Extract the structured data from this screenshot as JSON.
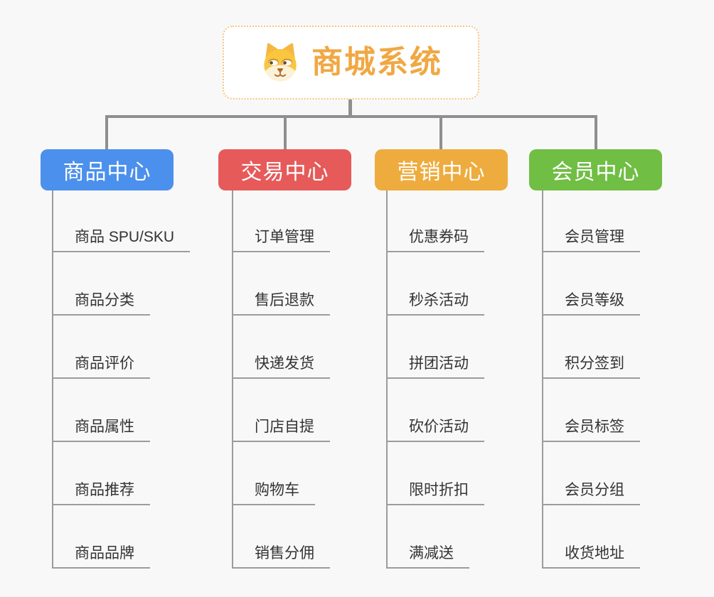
{
  "root": {
    "title": "商城系统",
    "icon": "dog-face-icon"
  },
  "branches": [
    {
      "label": "商品中心",
      "color": "#4b90ec",
      "children": [
        "商品 SPU/SKU",
        "商品分类",
        "商品评价",
        "商品属性",
        "商品推荐",
        "商品品牌"
      ]
    },
    {
      "label": "交易中心",
      "color": "#e65a5a",
      "children": [
        "订单管理",
        "售后退款",
        "快递发货",
        "门店自提",
        "购物车",
        "销售分佣"
      ]
    },
    {
      "label": "营销中心",
      "color": "#eeac3e",
      "children": [
        "优惠券码",
        "秒杀活动",
        "拼团活动",
        "砍价活动",
        "限时折扣",
        "满减送"
      ]
    },
    {
      "label": "会员中心",
      "color": "#70be44",
      "children": [
        "会员管理",
        "会员等级",
        "积分签到",
        "会员标签",
        "会员分组",
        "收货地址"
      ]
    }
  ],
  "colors": {
    "background": "#f8f8f8",
    "connector": "#8f8f8f",
    "underline": "#9c9c9c",
    "child_text": "#333333",
    "root_text": "#f0a843",
    "root_border": "#f5c581"
  }
}
